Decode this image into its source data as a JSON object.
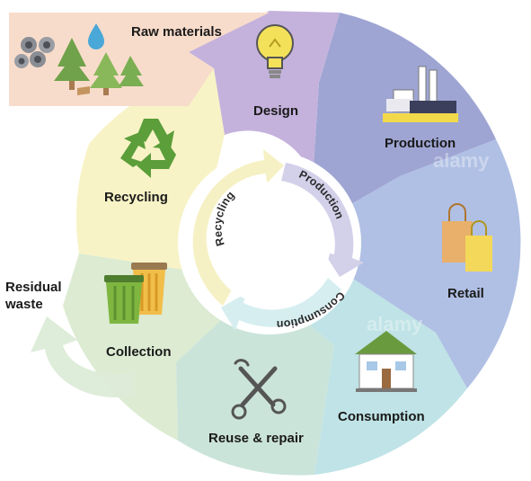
{
  "raw_materials": {
    "label": "Raw materials"
  },
  "outer_stages": [
    {
      "id": "design",
      "label": "Design"
    },
    {
      "id": "production",
      "label": "Production"
    },
    {
      "id": "retail",
      "label": "Retail"
    },
    {
      "id": "consumption",
      "label": "Consumption"
    },
    {
      "id": "reuse",
      "label": "Reuse & repair"
    },
    {
      "id": "collection",
      "label": "Collection"
    },
    {
      "id": "recycling",
      "label": "Recycling"
    }
  ],
  "residual": {
    "line1": "Residual",
    "line2": "waste"
  },
  "inner_cycle": {
    "production": "Production",
    "consumption": "Consumption",
    "recycling": "Recycling"
  },
  "watermark": "alamy",
  "colors": {
    "raw": "#f8dccb",
    "design": "#c4b2dc",
    "production": "#9ea5d3",
    "retail": "#b0c0e4",
    "consumption": "#bfe3e6",
    "reuse": "#cbe4da",
    "collection": "#dcebd2",
    "recycling": "#f8f3c6",
    "residual_arrow": "#dcebd8"
  }
}
